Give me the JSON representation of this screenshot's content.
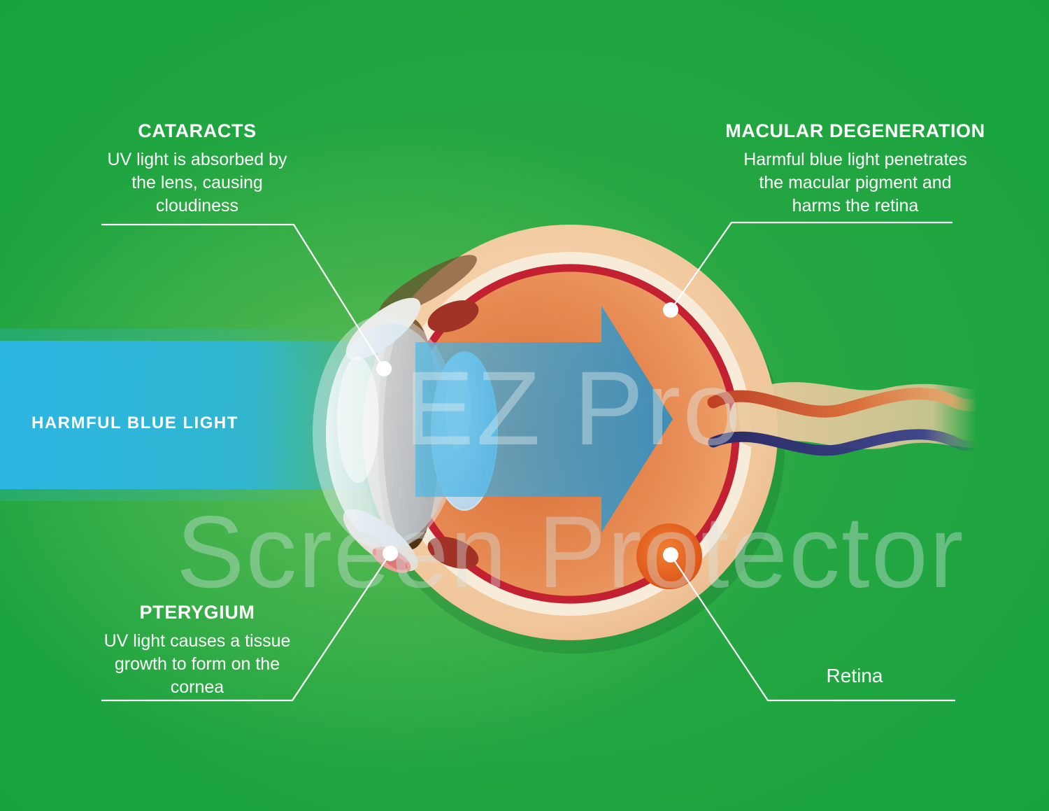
{
  "callouts": {
    "cataracts": {
      "title": "CATARACTS",
      "description": "UV light is absorbed by\nthe lens, causing\ncloudiness"
    },
    "macular_degeneration": {
      "title": "MACULAR DEGENERATION",
      "description": "Harmful blue light penetrates\nthe macular pigment and\nharms the retina"
    },
    "pterygium": {
      "title": "PTERYGIUM",
      "description": "UV light causes a tissue\ngrowth to form on the\ncornea"
    },
    "retina": {
      "label": "Retina"
    }
  },
  "beam": {
    "label": "HARMFUL BLUE LIGHT"
  },
  "watermark": {
    "line1": "EZ Pro",
    "line2": "Screen Protector"
  },
  "colors": {
    "background_green": "#16a23e",
    "background_green_light": "#6fbd5a",
    "beam_blue": "#2db6e8",
    "arrow_blue": "#1f9cd4",
    "sclera_peach": "#f0c69a",
    "interior_orange": "#e68a52",
    "retina_red": "#c32031",
    "macula_spot_orange": "#dd4d15",
    "iris_brown": "#6b4423",
    "optic_nerve_navy": "#2a2a64",
    "text_white": "#ffffff"
  }
}
